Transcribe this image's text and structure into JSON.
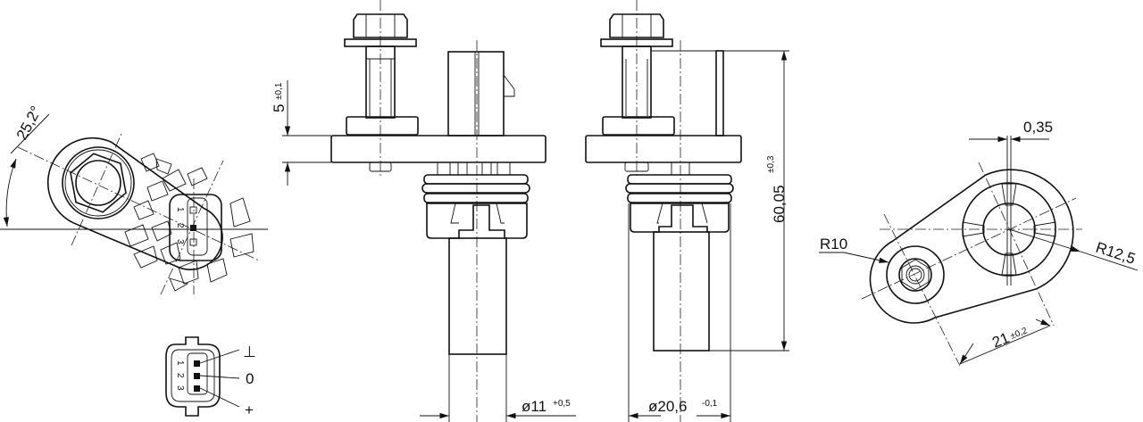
{
  "drawing": {
    "subject": "Speed sensor technical drawing",
    "views": [
      {
        "id": "top-view-left",
        "angle_label": "25,2°",
        "pin_numbers": [
          "1",
          "2",
          "3"
        ]
      },
      {
        "id": "connector-pinout",
        "pin_numbers": [
          "1",
          "2",
          "3"
        ],
        "pin_labels": [
          "⊥",
          "0",
          "+"
        ]
      },
      {
        "id": "front-view",
        "dim_flange": {
          "value": "5",
          "tol": "±0,1"
        },
        "dim_dia": {
          "value": "ø11",
          "tol": "+0,5"
        }
      },
      {
        "id": "side-view",
        "dim_height": {
          "value": "60,05",
          "tol": "±0,3"
        },
        "dim_dia": {
          "value": "ø20,6",
          "tol": "-0,1"
        }
      },
      {
        "id": "bottom-view",
        "dim_offset": "0,35",
        "r_small": "R10",
        "r_large": "R12,5",
        "dim_center": {
          "value": "21",
          "tol": "±0,2"
        }
      }
    ]
  },
  "labels": {
    "angle": "25,2°",
    "pin1": "1",
    "pin2": "2",
    "pin3": "3",
    "pin_gnd": "⊥",
    "pin_sig": "0",
    "pin_pos": "+",
    "flange_val": "5",
    "flange_tol": "±0,1",
    "dia11_val": "ø11",
    "dia11_tol": "+0,5",
    "height_val": "60,05",
    "height_tol": "±0,3",
    "dia206_val": "ø20,6",
    "dia206_tol": "-0,1",
    "offset": "0,35",
    "r10": "R10",
    "r125": "R12,5",
    "center_val": "21",
    "center_tol": "±0,2"
  }
}
